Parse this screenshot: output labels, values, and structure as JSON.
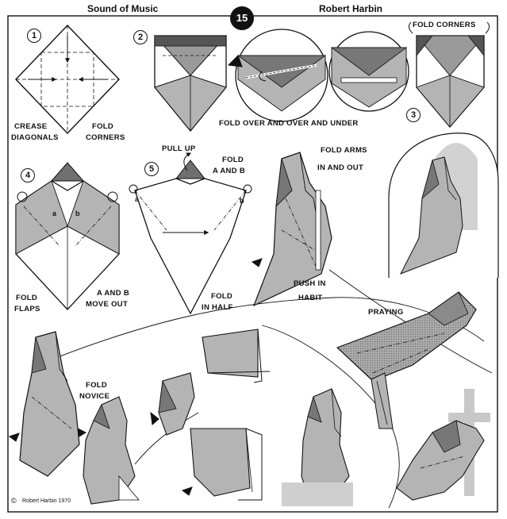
{
  "header": {
    "title_left": "Sound of Music",
    "title_right": "Robert Harbin",
    "page_number": "15"
  },
  "steps": {
    "s1": {
      "number": "1",
      "label_a1": "CREASE",
      "label_a2": "DIAGONALS",
      "label_b1": "FOLD",
      "label_b2": "CORNERS"
    },
    "s2": {
      "number": "2",
      "label": "FOLD OVER AND OVER AND UNDER"
    },
    "s3": {
      "number": "3",
      "label": "FOLD CORNERS"
    },
    "s4": {
      "number": "4",
      "label_a1": "FOLD",
      "label_a2": "FLAPS",
      "label_b1": "A AND B",
      "label_b2": "MOVE  OUT",
      "letter_a": "a",
      "letter_b": "b"
    },
    "s5": {
      "number": "5",
      "label_pull": "PULL UP",
      "label_fold1": "FOLD",
      "label_fold2": "A AND B",
      "label_half1": "FOLD",
      "label_half2": "IN HALF",
      "letter_a": "a",
      "letter_b": "b"
    },
    "arms": {
      "label1": "FOLD ARMS",
      "label2": "IN  AND OUT"
    },
    "habit": {
      "label1": "PUSH IN",
      "label2": "HABIT"
    },
    "praying": {
      "label": "PRAYING"
    },
    "novice": {
      "label1": "FOLD",
      "label2": "NOVICE"
    }
  },
  "footer": {
    "copyright_symbol": "©",
    "credit": "Robert Harbin 1970"
  },
  "colors": {
    "ink": "#111111",
    "paper_grey": "#b4b4b4",
    "dark_grey": "#707070",
    "light_grey": "#d2d2d2"
  }
}
